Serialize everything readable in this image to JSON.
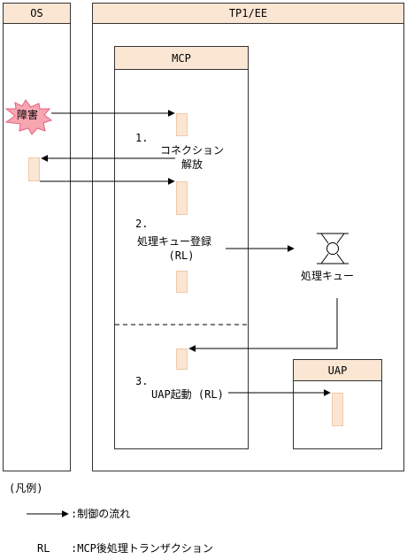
{
  "lanes": {
    "os": "OS",
    "tp1ee": "TP1/EE"
  },
  "mcp": {
    "title": "MCP"
  },
  "uap": {
    "title": "UAP"
  },
  "failure": {
    "label": "障害"
  },
  "steps": [
    {
      "num": "1.",
      "line1": "コネクション",
      "line2": "解放"
    },
    {
      "num": "2.",
      "line1": "処理キュー登録",
      "line2": "(RL)"
    },
    {
      "num": "3.",
      "line1": "UAP起動 (RL)"
    }
  ],
  "queue": {
    "label": "処理キュー"
  },
  "legend": {
    "title": "(凡例)",
    "arrow_text": ":制御の流れ",
    "rl_key": "RL",
    "rl_text": ":MCP後処理トランザクション"
  }
}
